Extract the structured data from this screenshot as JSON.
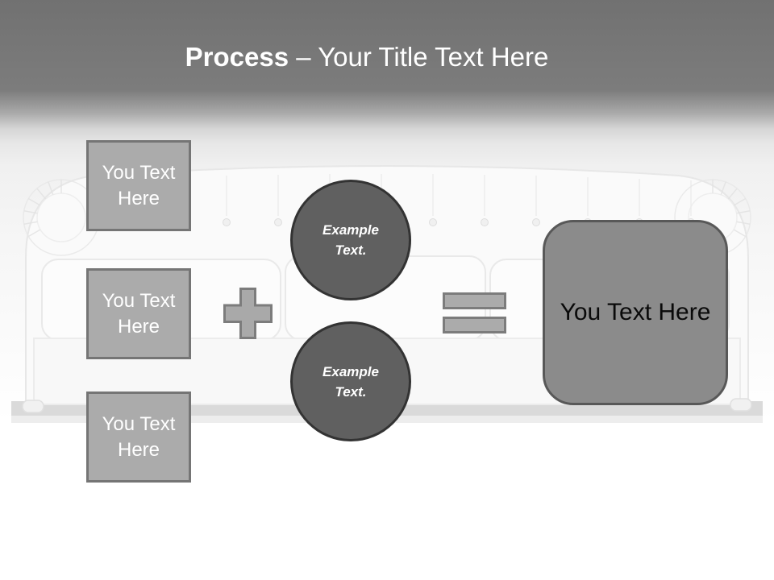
{
  "title": {
    "keyword": "Process",
    "rest": " – Your Title Text Here"
  },
  "boxes": [
    "You Text Here",
    "You Text Here",
    "You Text Here"
  ],
  "circles": [
    "Example Text.",
    "Example Text."
  ],
  "operators": [
    {
      "icon": "plus-icon",
      "meaning": "plus"
    },
    {
      "icon": "equals-icon",
      "meaning": "equals"
    }
  ],
  "result_box": {
    "label": "You Text Here"
  },
  "background": {
    "image": "faded white tufted leather sofa photo"
  },
  "colors": {
    "header_gray": "#7a7a7a",
    "title_text": "#ffffff",
    "box_fill": "#ababab",
    "box_border": "#757575",
    "circle_fill": "#606060",
    "circle_border": "#333333",
    "operator_fill": "#a9a9a9",
    "operator_border": "#7c7c7c",
    "result_fill": "#8b8b8b",
    "result_border": "#585858",
    "result_text": "#0a0a0a"
  }
}
